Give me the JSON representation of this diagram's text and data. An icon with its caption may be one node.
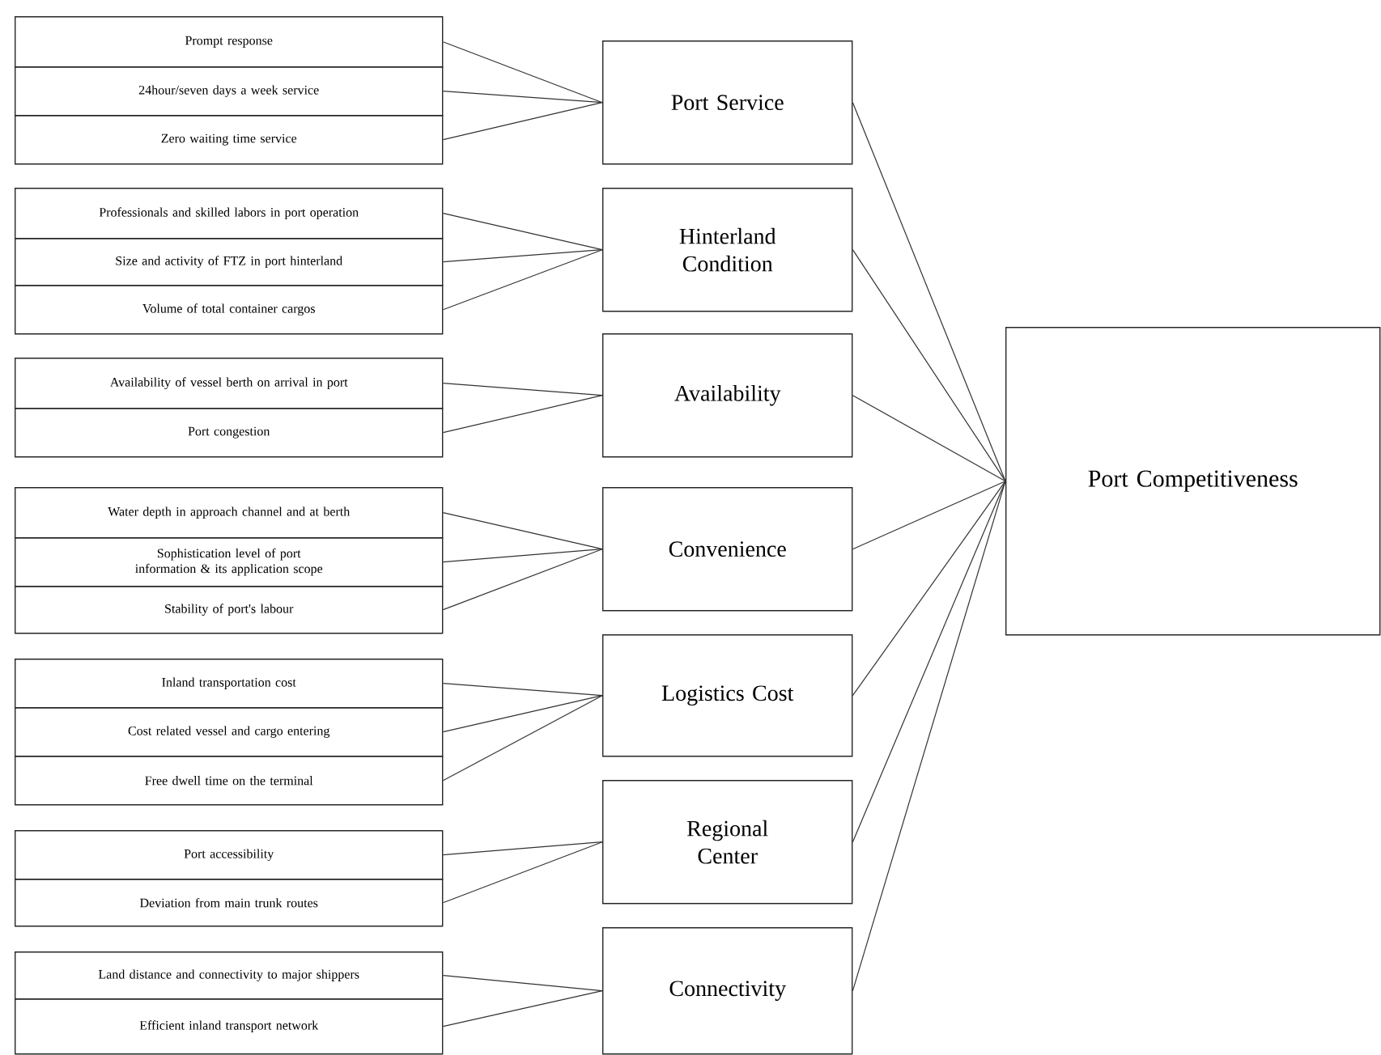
{
  "diagram": {
    "nodes": [
      {
        "text": [
          "Prompt response"
        ]
      },
      {
        "text": [
          "24hour/seven days a week service"
        ]
      },
      {
        "text": [
          "Zero waiting time service"
        ]
      },
      {
        "text": [
          "Port Service"
        ]
      },
      {
        "text": [
          "Professionals and skilled labors in port operation"
        ]
      },
      {
        "text": [
          "Size and activity of FTZ in port hinterland"
        ]
      },
      {
        "text": [
          "Volume of total container cargos"
        ]
      },
      {
        "text": [
          "Hinterland Condition"
        ]
      },
      {
        "text": [
          "Availability of vessel berth on arrival in port"
        ]
      },
      {
        "text": [
          "Port congestion"
        ]
      },
      {
        "text": [
          "Availability"
        ]
      },
      {
        "text": [
          "Water depth in approach channel and at berth"
        ]
      },
      {
        "text": [
          "Sophistication level of port information & its application scope"
        ]
      },
      {
        "text": [
          "Stability of port's labour"
        ]
      },
      {
        "text": [
          "Convenience"
        ]
      },
      {
        "text": [
          "Inland transportation cost"
        ]
      },
      {
        "text": [
          "Cost related vessel and cargo entering"
        ]
      },
      {
        "text": [
          "Free dwell time on the terminal"
        ]
      },
      {
        "text": [
          "Logistics Cost"
        ]
      },
      {
        "text": [
          "Port accessibility"
        ]
      },
      {
        "text": [
          "Deviation from main trunk routes"
        ]
      },
      {
        "text": [
          "Regional Center"
        ]
      },
      {
        "text": [
          "Land distance and connectivity to major shippers"
        ]
      },
      {
        "text": [
          "Efficient inland transport network"
        ]
      },
      {
        "text": [
          "Connectivity"
        ]
      },
      {
        "text": [
          "Port Competitiveness"
        ]
      }
    ],
    "edges": [
      {
        "from": 0,
        "to": 3,
        "arrow": "none"
      },
      {
        "from": 1,
        "to": 3,
        "arrow": "none"
      },
      {
        "from": 2,
        "to": 3,
        "arrow": "none"
      },
      {
        "from": 4,
        "to": 7,
        "arrow": "none"
      },
      {
        "from": 5,
        "to": 7,
        "arrow": "none"
      },
      {
        "from": 6,
        "to": 7,
        "arrow": "none"
      },
      {
        "from": 8,
        "to": 10,
        "arrow": "none"
      },
      {
        "from": 9,
        "to": 10,
        "arrow": "none"
      },
      {
        "from": 11,
        "to": 14,
        "arrow": "none"
      },
      {
        "from": 12,
        "to": 14,
        "arrow": "none"
      },
      {
        "from": 13,
        "to": 14,
        "arrow": "none"
      },
      {
        "from": 15,
        "to": 18,
        "arrow": "none"
      },
      {
        "from": 16,
        "to": 18,
        "arrow": "none"
      },
      {
        "from": 17,
        "to": 18,
        "arrow": "none"
      },
      {
        "from": 19,
        "to": 21,
        "arrow": "none"
      },
      {
        "from": 20,
        "to": 21,
        "arrow": "none"
      },
      {
        "from": 22,
        "to": 24,
        "arrow": "none"
      },
      {
        "from": 23,
        "to": 24,
        "arrow": "none"
      },
      {
        "from": 3,
        "to": 25,
        "arrow": "none"
      },
      {
        "from": 7,
        "to": 25,
        "arrow": "none"
      },
      {
        "from": 10,
        "to": 25,
        "arrow": "none"
      },
      {
        "from": 14,
        "to": 25,
        "arrow": "none"
      },
      {
        "from": 18,
        "to": 25,
        "arrow": "none"
      },
      {
        "from": 21,
        "to": 25,
        "arrow": "none"
      },
      {
        "from": 24,
        "to": 25,
        "arrow": "none"
      }
    ]
  }
}
